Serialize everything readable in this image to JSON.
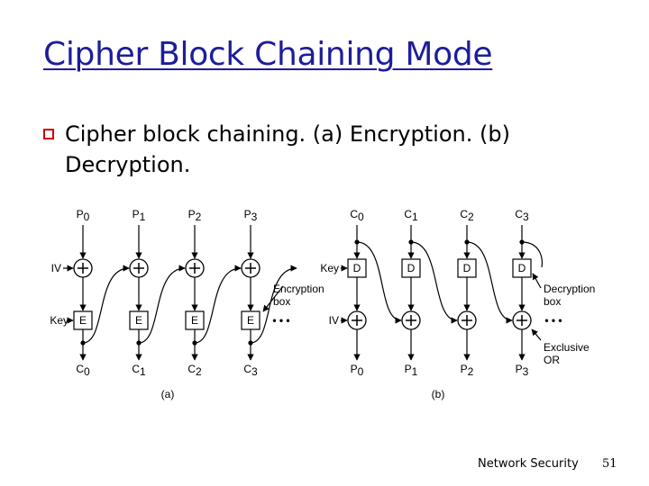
{
  "slide": {
    "title": "Cipher Block Chaining Mode",
    "bullet": "Cipher block chaining.  (a) Encryption.  (b) Decryption.",
    "footer": "Network Security",
    "page_number": "51"
  },
  "figure": {
    "encryption": {
      "plaintexts": [
        {
          "base": "P",
          "sub": "0"
        },
        {
          "base": "P",
          "sub": "1"
        },
        {
          "base": "P",
          "sub": "2"
        },
        {
          "base": "P",
          "sub": "3"
        }
      ],
      "ciphertexts": [
        {
          "base": "C",
          "sub": "0"
        },
        {
          "base": "C",
          "sub": "1"
        },
        {
          "base": "C",
          "sub": "2"
        },
        {
          "base": "C",
          "sub": "3"
        }
      ],
      "iv_label": "IV",
      "key_label": "Key",
      "box_label": "E",
      "callout": [
        "Encryption",
        "box"
      ],
      "caption": "(a)"
    },
    "decryption": {
      "ciphertexts": [
        {
          "base": "C",
          "sub": "0"
        },
        {
          "base": "C",
          "sub": "1"
        },
        {
          "base": "C",
          "sub": "2"
        },
        {
          "base": "C",
          "sub": "3"
        }
      ],
      "plaintexts": [
        {
          "base": "P",
          "sub": "0"
        },
        {
          "base": "P",
          "sub": "1"
        },
        {
          "base": "P",
          "sub": "2"
        },
        {
          "base": "P",
          "sub": "3"
        }
      ],
      "iv_label": "IV",
      "key_label": "Key",
      "box_label": "D",
      "callout_box": [
        "Decryption",
        "box"
      ],
      "callout_xor": [
        "Exclusive",
        "OR"
      ],
      "caption": "(b)"
    },
    "xor_symbol": "+",
    "continuation": "• • •"
  }
}
